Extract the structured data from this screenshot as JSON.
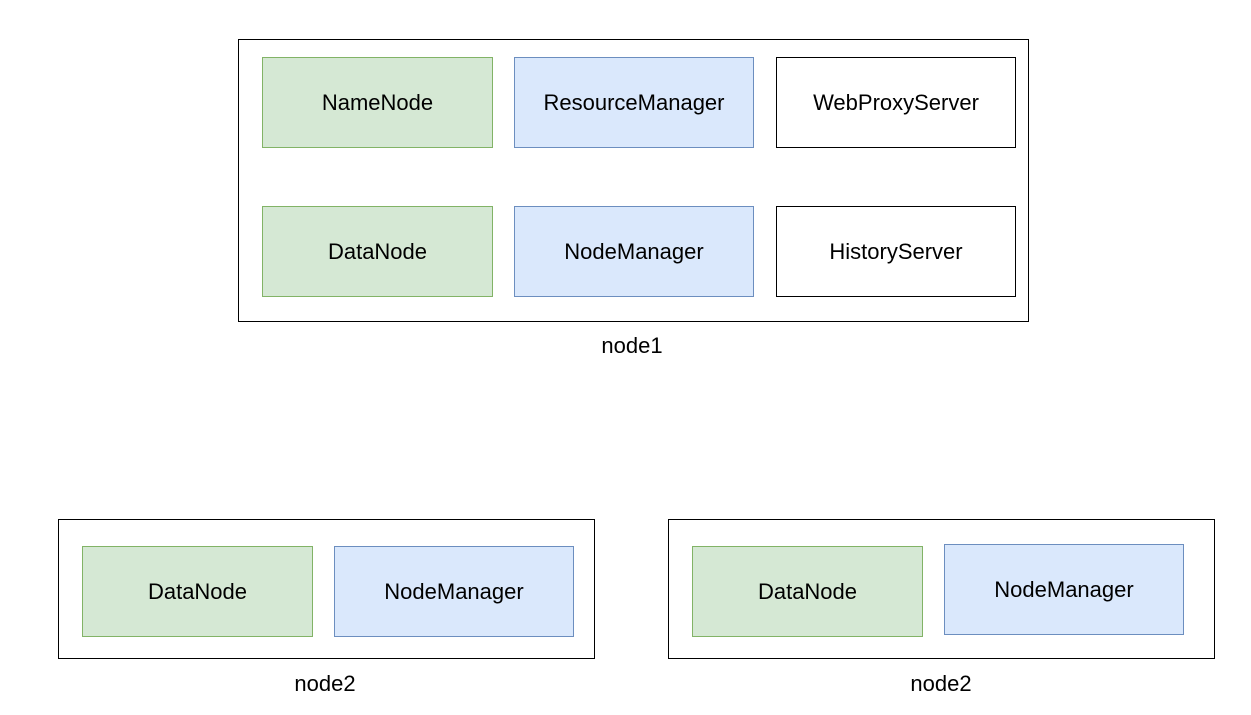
{
  "nodes": [
    {
      "label": "node1",
      "services": [
        {
          "name": "NameNode",
          "kind": "hdfs"
        },
        {
          "name": "ResourceManager",
          "kind": "yarn"
        },
        {
          "name": "WebProxyServer",
          "kind": "other"
        },
        {
          "name": "DataNode",
          "kind": "hdfs"
        },
        {
          "name": "NodeManager",
          "kind": "yarn"
        },
        {
          "name": "HistoryServer",
          "kind": "other"
        }
      ]
    },
    {
      "label": "node2",
      "services": [
        {
          "name": "DataNode",
          "kind": "hdfs"
        },
        {
          "name": "NodeManager",
          "kind": "yarn"
        }
      ]
    },
    {
      "label": "node2",
      "services": [
        {
          "name": "DataNode",
          "kind": "hdfs"
        },
        {
          "name": "NodeManager",
          "kind": "yarn"
        }
      ]
    }
  ],
  "colors": {
    "hdfs_fill": "#d5e8d4",
    "hdfs_border": "#82b366",
    "yarn_fill": "#dae8fc",
    "yarn_border": "#6c8ebf",
    "other_fill": "#ffffff",
    "other_border": "#000000"
  }
}
